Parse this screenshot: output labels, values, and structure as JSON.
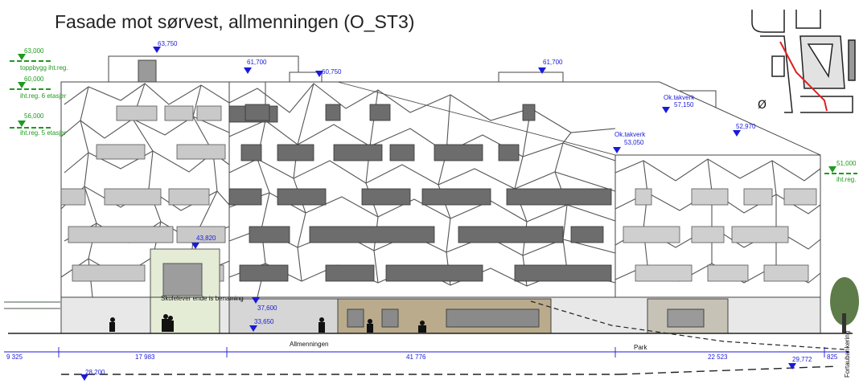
{
  "title": "Fasade mot sørvest, allmenningen (O_ST3)",
  "colors": {
    "level_marker": "#1a1adb",
    "height_limit": "#1f9a1f",
    "facade_line": "#444444",
    "site_plan_highlight": "#e02020"
  },
  "levels": [
    {
      "id": "l1",
      "value": "63,750"
    },
    {
      "id": "l2",
      "value": "61,700"
    },
    {
      "id": "l3",
      "value": "60,750"
    },
    {
      "id": "l4",
      "value": "61,700"
    },
    {
      "id": "l5_line1",
      "value": "Ok.takverk"
    },
    {
      "id": "l5_line2",
      "value": "57,150"
    },
    {
      "id": "l6_line1",
      "value": "Ok.takverk"
    },
    {
      "id": "l6_line2",
      "value": "53,050"
    },
    {
      "id": "l7",
      "value": "52,970"
    },
    {
      "id": "l8",
      "value": "43,820"
    },
    {
      "id": "l9",
      "value": "37,600"
    },
    {
      "id": "l10",
      "value": "33,650"
    },
    {
      "id": "l11",
      "value": "29,772"
    },
    {
      "id": "l12",
      "value": "28,200"
    }
  ],
  "height_limits": [
    {
      "id": "h1_value",
      "text": "63,000"
    },
    {
      "id": "h1_label",
      "text": "toppbygg iht.reg."
    },
    {
      "id": "h2_value",
      "text": "60,000"
    },
    {
      "id": "h2_label",
      "text": "iht.reg. 6 etasjer"
    },
    {
      "id": "h3_value",
      "text": "56,000"
    },
    {
      "id": "h3_label",
      "text": "iht.reg. 5 etasjer"
    },
    {
      "id": "h4_value",
      "text": "51,000"
    },
    {
      "id": "h4_label",
      "text": "iht.reg."
    }
  ],
  "dimensions": [
    "9 325",
    "17 983",
    "41 776",
    "22 523",
    "825"
  ],
  "labels": {
    "allmenningen": "Allmenningen",
    "park": "Park",
    "entrance_sign": "Skolelever ende is benaming",
    "side_label": "Fortaubankering",
    "north": "Ø"
  }
}
